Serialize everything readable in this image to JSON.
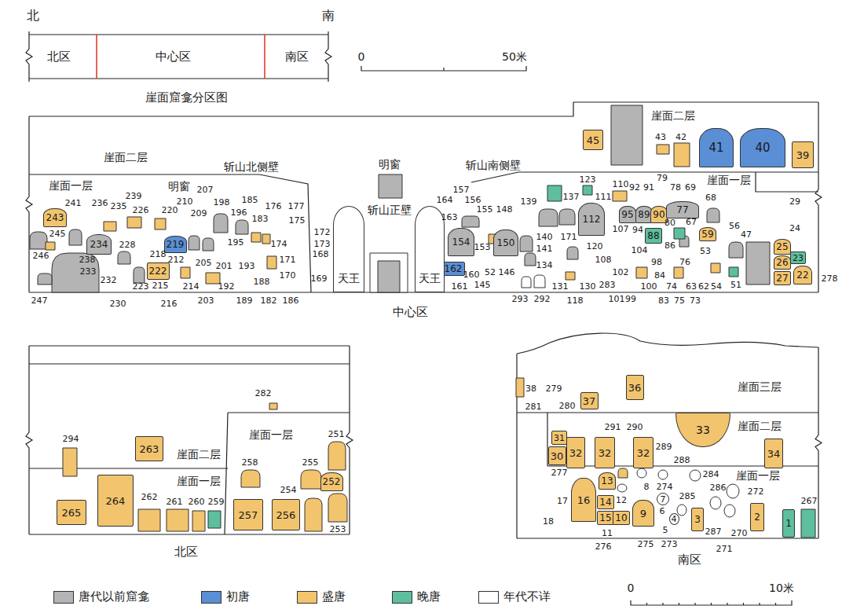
{
  "diagram": {
    "nodes": [
      {
        "text": [
          "243"
        ]
      },
      {
        "text": [
          "234"
        ]
      },
      {
        "text": [
          "219"
        ]
      },
      {
        "text": [
          "222"
        ]
      },
      {
        "text": [
          "154"
        ]
      },
      {
        "text": [
          "150"
        ]
      },
      {
        "text": [
          "162"
        ]
      },
      {
        "text": [
          "112"
        ]
      },
      {
        "text": [
          "95"
        ]
      },
      {
        "text": [
          "89"
        ]
      },
      {
        "text": [
          "90"
        ]
      },
      {
        "text": [
          "77"
        ]
      },
      {
        "text": [
          "88"
        ]
      },
      {
        "text": [
          "59"
        ]
      },
      {
        "text": [
          "25"
        ]
      },
      {
        "text": [
          "26"
        ]
      },
      {
        "text": [
          "23"
        ]
      },
      {
        "text": [
          "27"
        ]
      },
      {
        "text": [
          "22"
        ]
      },
      {
        "text": [
          "45"
        ]
      },
      {
        "text": [
          "41"
        ]
      },
      {
        "text": [
          "40"
        ]
      },
      {
        "text": [
          "39"
        ]
      },
      {
        "text": [
          "天王"
        ]
      },
      {
        "text": [
          "天王"
        ]
      },
      {
        "text": [
          "263"
        ]
      },
      {
        "text": [
          "265"
        ]
      },
      {
        "text": [
          "264"
        ]
      },
      {
        "text": [
          "257"
        ]
      },
      {
        "text": [
          "256"
        ]
      },
      {
        "text": [
          "252"
        ]
      },
      {
        "text": [
          "36"
        ]
      },
      {
        "text": [
          "37"
        ]
      },
      {
        "text": [
          "33"
        ]
      },
      {
        "text": [
          "31"
        ]
      },
      {
        "text": [
          "30"
        ]
      },
      {
        "text": [
          "32"
        ]
      },
      {
        "text": [
          "32"
        ]
      },
      {
        "text": [
          "32"
        ]
      },
      {
        "text": [
          "34"
        ]
      },
      {
        "text": [
          "16"
        ]
      },
      {
        "text": [
          "13"
        ]
      },
      {
        "text": [
          "14"
        ]
      },
      {
        "text": [
          "15"
        ]
      },
      {
        "text": [
          "10"
        ]
      },
      {
        "text": [
          "9"
        ]
      },
      {
        "text": [
          "3"
        ]
      },
      {
        "text": [
          "2"
        ]
      },
      {
        "text": [
          "1"
        ]
      },
      {
        "text": [
          "7"
        ]
      },
      {
        "text": [
          "4"
        ]
      }
    ],
    "labels": [
      "北",
      "南",
      "北区",
      "中心区",
      "南区",
      "崖面窟龛分区图",
      "0",
      "50米",
      "崖面二层",
      "崖面一层",
      "明窗",
      "斩山北侧壁",
      "明窗",
      "斩山正壁",
      "斩山南侧壁",
      "中心区",
      "崖面二层",
      "崖面一层",
      "241",
      "236",
      "235",
      "239",
      "226",
      "220",
      "210",
      "207",
      "198",
      "185",
      "196",
      "183",
      "176",
      "177",
      "175",
      "172",
      "173",
      "168",
      "174",
      "171",
      "170",
      "169",
      "245",
      "228",
      "209",
      "212",
      "218",
      "246",
      "238",
      "233",
      "232",
      "230",
      "223",
      "215",
      "216",
      "214",
      "203",
      "205",
      "201",
      "192",
      "193",
      "195",
      "189",
      "188",
      "182",
      "186",
      "247",
      "164",
      "157",
      "156",
      "155",
      "148",
      "163",
      "153",
      "160",
      "52",
      "146",
      "161",
      "145",
      "139",
      "137",
      "123",
      "110",
      "92",
      "91",
      "79",
      "78",
      "69",
      "68",
      "111",
      "140",
      "141",
      "134",
      "171",
      "120",
      "108",
      "107",
      "94",
      "104",
      "98",
      "76",
      "80",
      "86",
      "67",
      "53",
      "56",
      "47",
      "24",
      "29",
      "43",
      "42",
      "293",
      "292",
      "131",
      "118",
      "130",
      "283",
      "102",
      "101",
      "99",
      "100",
      "84",
      "83",
      "74",
      "75",
      "73",
      "63",
      "62",
      "54",
      "51",
      "278",
      "崖面二层",
      "崖面一层",
      "崖面一层",
      "北区",
      "282",
      "294",
      "262",
      "261",
      "260",
      "259",
      "258",
      "255",
      "254",
      "251",
      "253",
      "崖面三层",
      "崖面二层",
      "崖面一层",
      "南区",
      "38",
      "279",
      "281",
      "280",
      "291",
      "290",
      "289",
      "288",
      "277",
      "284",
      "286",
      "272",
      "274",
      "8",
      "285",
      "17",
      "12",
      "6",
      "5",
      "18",
      "11",
      "276",
      "275",
      "273",
      "287",
      "270",
      "271",
      "267",
      "0",
      "10米"
    ],
    "legend": [
      {
        "text": "唐代以前窟龛",
        "color": "#b4b4b4"
      },
      {
        "text": "初唐",
        "color": "#5a8fd6"
      },
      {
        "text": "盛唐",
        "color": "#f2c46e"
      },
      {
        "text": "晚唐",
        "color": "#5dbf9e"
      },
      {
        "text": "年代不详",
        "color": "#ffffff"
      }
    ]
  }
}
